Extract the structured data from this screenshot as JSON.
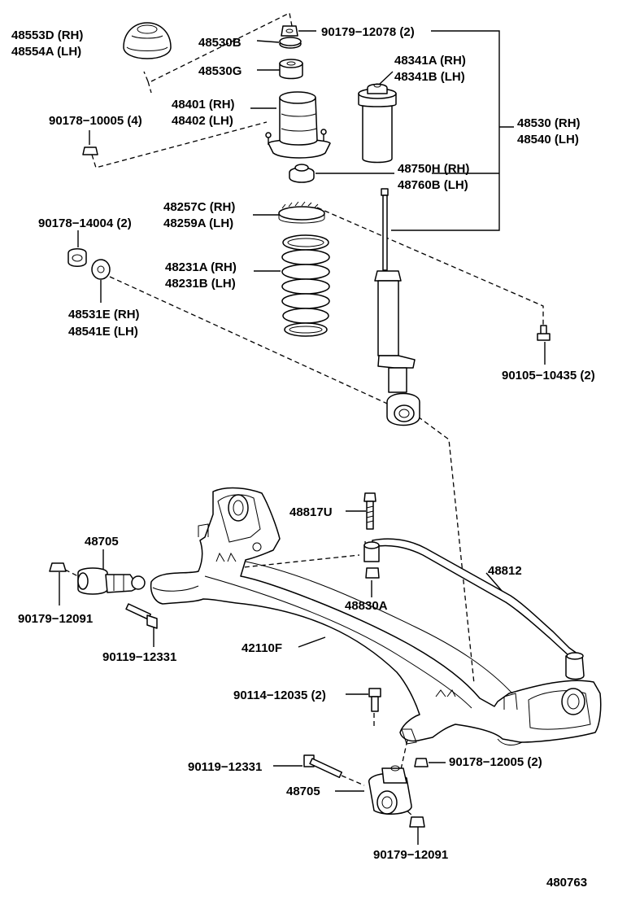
{
  "labels": {
    "l_48553D": "48553D (RH)",
    "l_48554A": "48554A (LH)",
    "l_48530B": "48530B",
    "l_90179_12078": "90179−12078 (2)",
    "l_48530G": "48530G",
    "l_48341A": "48341A (RH)",
    "l_48341B": "48341B (LH)",
    "l_48401": "48401 (RH)",
    "l_48402": "48402 (LH)",
    "l_48530": "48530 (RH)",
    "l_48540": "48540 (LH)",
    "l_90178_10005": "90178−10005 (4)",
    "l_48750H": "48750H (RH)",
    "l_48760B": "48760B (LH)",
    "l_48257C": "48257C (RH)",
    "l_48259A": "48259A (LH)",
    "l_90178_14004": "90178−14004 (2)",
    "l_48231A": "48231A (RH)",
    "l_48231B": "48231B (LH)",
    "l_48531E": "48531E (RH)",
    "l_48541E": "48541E (LH)",
    "l_90105_10435": "90105−10435 (2)",
    "l_48817U": "48817U",
    "l_48705_top": "48705",
    "l_48812": "48812",
    "l_48830A": "48830A",
    "l_90179_12091_left": "90179−12091",
    "l_90119_12331_left": "90119−12331",
    "l_42110F": "42110F",
    "l_90114_12035": "90114−12035 (2)",
    "l_90119_12331_bottom": "90119−12331",
    "l_90178_12005": "90178−12005 (2)",
    "l_48705_bottom": "48705",
    "l_90179_12091_bottom": "90179−12091",
    "l_diagram_number": "480763"
  }
}
